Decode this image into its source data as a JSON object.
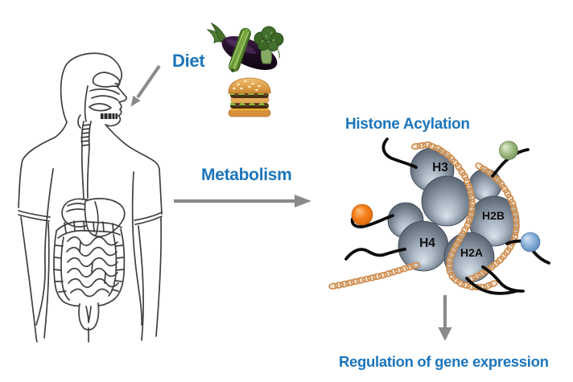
{
  "figure": {
    "background_color": "#ffffff",
    "accent_text_color": "#1b75bc",
    "arrow_color": "#8a8a8a",
    "outline_color": "#3f3f3f"
  },
  "labels": {
    "diet": "Diet",
    "metabolism": "Metabolism",
    "histone_acylation": "Histone Acylation",
    "regulation": "Regulation of gene expression"
  },
  "nucleosome": {
    "histones": [
      {
        "label": "H3"
      },
      {
        "label": "H4"
      },
      {
        "label": "H2A"
      },
      {
        "label": "H2B"
      }
    ],
    "dna_color": "#cd8d52",
    "dna_fill": "#f2ddbe",
    "tail_color": "#0b0b0b",
    "acyl_marks": [
      {
        "name": "orange-acyl-mark",
        "color": "#ef7612"
      },
      {
        "name": "green-acyl-mark",
        "color": "#8fae70"
      },
      {
        "name": "blue-acyl-mark",
        "color": "#7ba3cf"
      }
    ]
  },
  "icons": {
    "foods": [
      "eggplant",
      "zucchini",
      "broccoli",
      "hamburger"
    ],
    "human_figure": "human-digestive-system-outline",
    "arrows": [
      "diet-to-mouth-arrow",
      "metabolism-arrow",
      "to-gene-expression-arrow"
    ]
  }
}
